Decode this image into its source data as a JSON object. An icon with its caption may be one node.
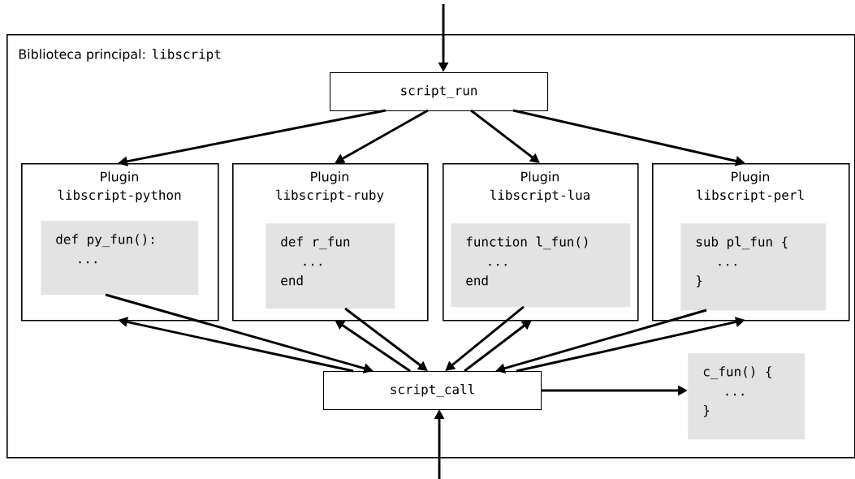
{
  "diagram": {
    "nodes": [
      {
        "text": [
          "Biblioteca principal:",
          "libscript"
        ]
      },
      {
        "text": [
          "script_run"
        ],
        "in": 0
      },
      {
        "text": [
          "Plugin",
          "libscript-python"
        ],
        "in": 0
      },
      {
        "text": [
          "def py_fun():",
          "..."
        ],
        "in": 2
      },
      {
        "text": [
          "Plugin",
          "libscript-ruby"
        ],
        "in": 0
      },
      {
        "text": [
          "def r_fun",
          "...",
          "end"
        ],
        "in": 4
      },
      {
        "text": [
          "Plugin",
          "libscript-lua"
        ],
        "in": 0
      },
      {
        "text": [
          "function l_fun()",
          "...",
          "end"
        ],
        "in": 6
      },
      {
        "text": [
          "Plugin",
          "libscript-perl"
        ],
        "in": 0
      },
      {
        "text": [
          "sub pl_fun {",
          "...",
          "}"
        ],
        "in": 8
      },
      {
        "text": [
          "script_call"
        ],
        "in": 0
      },
      {
        "text": [
          "c_fun() {",
          "...",
          "}"
        ],
        "in": 0
      }
    ],
    "edges": [
      {
        "from": null,
        "to": 1,
        "arrow": "to"
      },
      {
        "from": 1,
        "to": 2,
        "arrow": "to"
      },
      {
        "from": 1,
        "to": 4,
        "arrow": "to"
      },
      {
        "from": 1,
        "to": 6,
        "arrow": "to"
      },
      {
        "from": 1,
        "to": 8,
        "arrow": "to"
      },
      {
        "from": 3,
        "to": 10,
        "arrow": "to"
      },
      {
        "from": 10,
        "to": 2,
        "arrow": "to"
      },
      {
        "from": 5,
        "to": 10,
        "arrow": "to"
      },
      {
        "from": 10,
        "to": 4,
        "arrow": "to"
      },
      {
        "from": 7,
        "to": 10,
        "arrow": "to"
      },
      {
        "from": 10,
        "to": 6,
        "arrow": "to"
      },
      {
        "from": 9,
        "to": 10,
        "arrow": "to"
      },
      {
        "from": 10,
        "to": 8,
        "arrow": "to"
      },
      {
        "from": 10,
        "to": 11,
        "arrow": "to"
      },
      {
        "from": null,
        "to": 10,
        "arrow": "to"
      }
    ]
  }
}
